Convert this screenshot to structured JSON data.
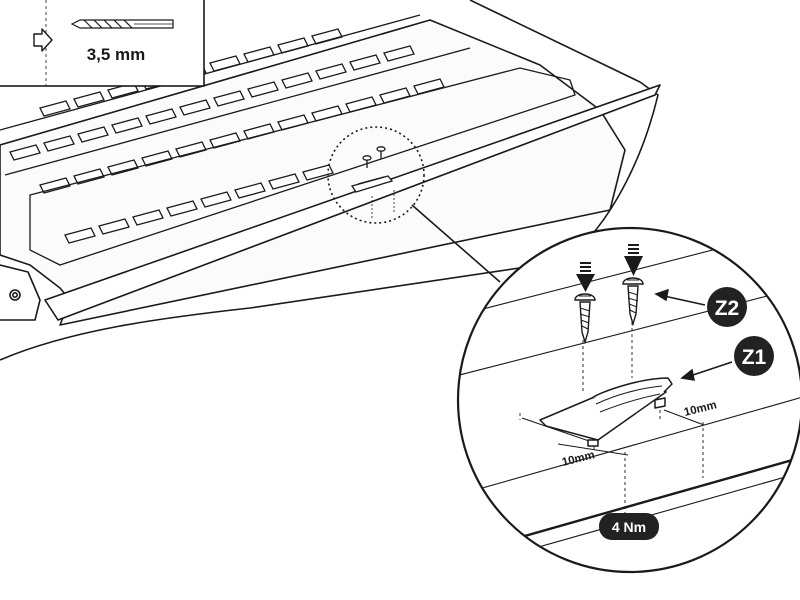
{
  "drill": {
    "size_label": "3,5 mm",
    "icon": "drill-bit-icon"
  },
  "callouts": {
    "z2": "Z2",
    "z1": "Z1"
  },
  "dimensions": {
    "left_offset": "10mm",
    "right_offset": "10mm"
  },
  "torque": {
    "value": "4 Nm"
  },
  "colors": {
    "line": "#1a1a1a",
    "fill": "#ffffff",
    "badge": "#222222",
    "badge_text": "#ffffff",
    "panel_light": "#f4f4f4"
  }
}
